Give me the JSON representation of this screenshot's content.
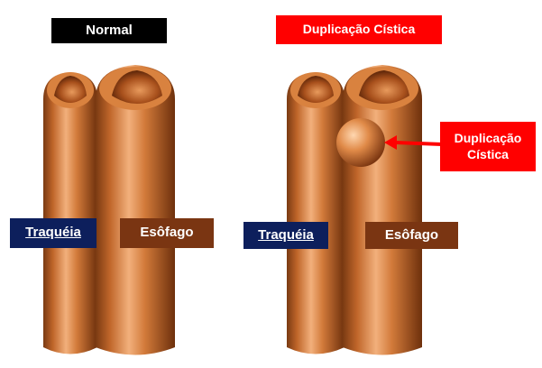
{
  "panels": {
    "left": {
      "title": "Normal",
      "title_bg": "#000000"
    },
    "right": {
      "title": "Duplicação Cística",
      "title_bg": "#ff0000"
    }
  },
  "labels": {
    "trachea": "Traquéia",
    "esophagus": "Esôfago",
    "callout": "Duplicação Cística"
  },
  "colors": {
    "tube": "#c0662a",
    "tube_highlight": "#f2b07c",
    "tube_dark": "#7a3a12",
    "trachea_label_bg": "#0d1f5c",
    "esophagus_label_bg": "#7a3512",
    "callout_bg": "#ff0000",
    "arrow": "#ff0000"
  }
}
